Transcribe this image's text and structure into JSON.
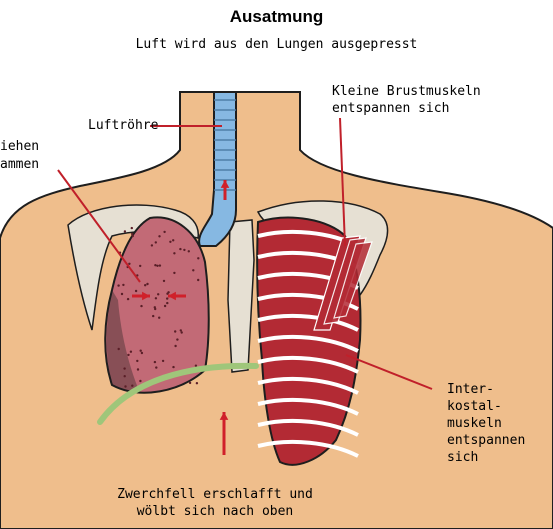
{
  "title": "Ausatmung",
  "subtitle": "Luft wird aus den Lungen ausgepresst",
  "labels": {
    "trachea": "Luftröhre",
    "lungs_line1": "iehen",
    "lungs_line2": "ammen",
    "small_chest_muscles_line1": "Kleine Brustmuskeln",
    "small_chest_muscles_line2": "entspannen sich",
    "intercostal_line1": "Inter-",
    "intercostal_line2": "kostal-",
    "intercostal_line3": "muskeln",
    "intercostal_line4": "entspannen",
    "intercostal_line5": "sich",
    "diaphragm_line1": "Zwerchfell erschlafft und",
    "diaphragm_line2": "wölbt sich nach oben"
  },
  "colors": {
    "skin": "#efbe8c",
    "outline": "#1e1e1e",
    "trachea": "#86b8e2",
    "lung": "#c26a76",
    "muscle": "#b32a34",
    "diaphragm": "#9fc67a",
    "bone": "#e6e0d3",
    "arrow": "#d0202a",
    "pointer": "#c0202a"
  }
}
